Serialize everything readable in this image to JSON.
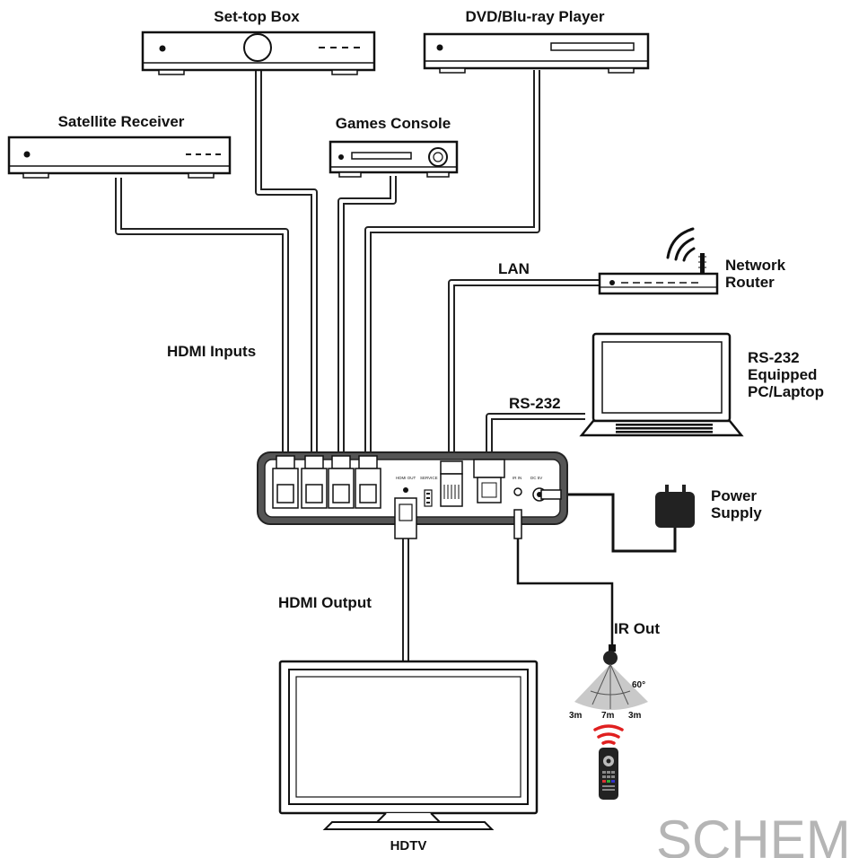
{
  "devices": {
    "set_top_box": "Set-top Box",
    "dvd_player": "DVD/Blu-ray Player",
    "satellite_receiver": "Satellite Receiver",
    "games_console": "Games Console",
    "network_router": [
      "Network",
      "Router"
    ],
    "pc_laptop": [
      "RS-232",
      "Equipped",
      "PC/Laptop"
    ],
    "power_supply": [
      "Power",
      "Supply"
    ],
    "hdtv": "HDTV"
  },
  "connections": {
    "lan": "LAN",
    "rs232": "RS-232",
    "hdmi_inputs": "HDMI Inputs",
    "hdmi_output": "HDMI Output",
    "ir_out": "IR Out"
  },
  "hub_ports": {
    "hdmi_out": "HDMI OUT",
    "service": "SERVICE",
    "ir_in": "IR IN",
    "dc": "DC 5V"
  },
  "ir_range": {
    "angle": "60°",
    "left": "3m",
    "center": "7m",
    "right": "3m"
  },
  "watermark": "SCHEMA"
}
